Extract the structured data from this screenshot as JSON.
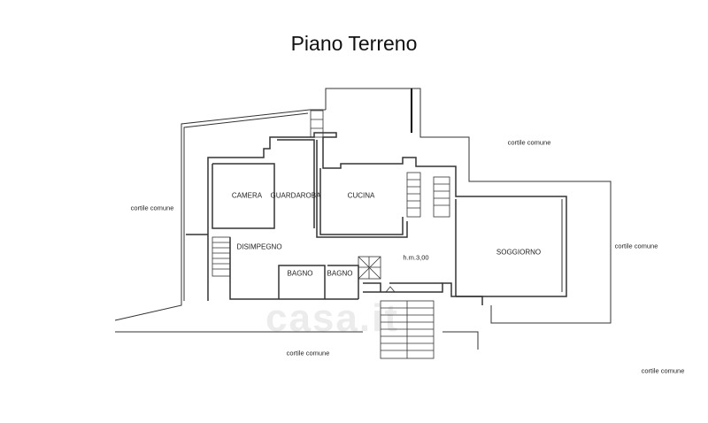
{
  "title": "Piano Terreno",
  "watermark": "casa.it",
  "outdoor_labels": [
    "cortile comune",
    "cortile comune",
    "cortile comune",
    "cortile comune",
    "cortile comune"
  ],
  "rooms": {
    "camera": "CAMERA",
    "guardaroba": "GUARDAROBA",
    "cucina": "CUCINA",
    "disimpegno": "DISIMPEGNO",
    "bagno_1": "BAGNO",
    "bagno_2": "BAGNO",
    "soggiorno": "SOGGIORNO"
  },
  "ceiling_height": "h.m.3,00"
}
